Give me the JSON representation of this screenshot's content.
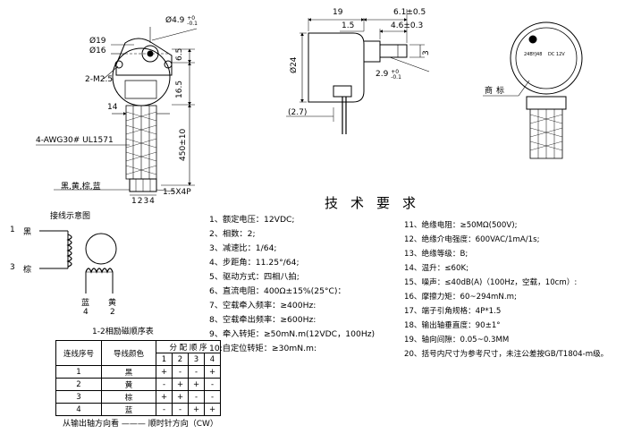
{
  "front_view": {
    "dim_shaft": "Ø4.9",
    "dim_shaft_tol_up": "+0",
    "dim_shaft_tol_low": "-0.1",
    "dim_19": "Ø19",
    "dim_16": "Ø16",
    "dim_m25": "2-M2.5",
    "dim_65": "6.5",
    "dim_165": "16.5",
    "dim_14": "14",
    "wire_spec": "4-AWG30# UL1571",
    "dim_450": "450±10",
    "wire_colors": "黑,黄,棕,蓝",
    "connector_pins": "1234",
    "connector_spec": "1.5X4P"
  },
  "side_view": {
    "dim_19": "19",
    "dim_61": "6.1±0.5",
    "dim_15": "1.5",
    "dim_46": "4.6±0.3",
    "dim_24": "Ø24",
    "dim_3": "3",
    "dim_29": "2.9",
    "dim_29_tol_up": "+0",
    "dim_29_tol_low": "-0.1",
    "dim_27": "(2.7)"
  },
  "label_view": {
    "label_text": "商标",
    "label_model": "24BYJ48",
    "label_voltage": "DC 12V"
  },
  "wiring": {
    "title": "接线示意图",
    "left_top_num": "1",
    "left_top_color": "黑",
    "left_bot_num": "3",
    "left_bot_color": "棕",
    "bottom_left_color": "蓝",
    "bottom_left_num": "4",
    "bottom_right_color": "黄",
    "bottom_right_num": "2"
  },
  "sequence_table": {
    "caption": "1-2相励磁顺序表",
    "headers": [
      "连线序号",
      "导线颜色",
      "分 配 顺 序"
    ],
    "steps": [
      "1",
      "2",
      "3",
      "4"
    ],
    "rows": [
      {
        "no": "1",
        "color": "黑",
        "s": [
          "+",
          "-",
          "-",
          "+"
        ]
      },
      {
        "no": "2",
        "color": "黄",
        "s": [
          "-",
          "+",
          "+",
          "-"
        ]
      },
      {
        "no": "3",
        "color": "棕",
        "s": [
          "+",
          "+",
          "-",
          "-"
        ]
      },
      {
        "no": "4",
        "color": "蓝",
        "s": [
          "-",
          "-",
          "+",
          "+"
        ]
      }
    ],
    "footer": "从输出轴方向看 ——— 顺时针方向（CW）"
  },
  "specs": {
    "title": "技术要求",
    "left": [
      "1、额定电压：12VDC;",
      "2、相数：2;",
      "3、减速比：1/64;",
      "4、步距角：11.25°/64;",
      "5、驱动方式：四相八拍;",
      "6、直流电阻：400Ω±15%(25°C)：",
      "7、空载牵入频率：≥400Hz:",
      "8、空载牵出频率：≥600Hz:",
      "9、牵入转矩：≥50mN.m(12VDC，100Hz)",
      "10:自定位转矩：≥30mN.m:"
    ],
    "right": [
      "11、绝缘电阻：≥50MΩ(500V);",
      "12、绝缘介电强度：600VAC/1mA/1s;",
      "13、绝缘等级：B;",
      "14、温升：≤60K;",
      "15、噪声：≤40dB(A)（100Hz，空载，10cm）:",
      "16、摩擦力矩：60~294mN.m;",
      "17、端子引角规格：4P*1.5",
      "18、输出轴垂直度：90±1°",
      "19、轴向间隙：0.05~0.3MM",
      "20、括号内尺寸为参考尺寸，未注公差按GB/T1804-m级。"
    ]
  }
}
